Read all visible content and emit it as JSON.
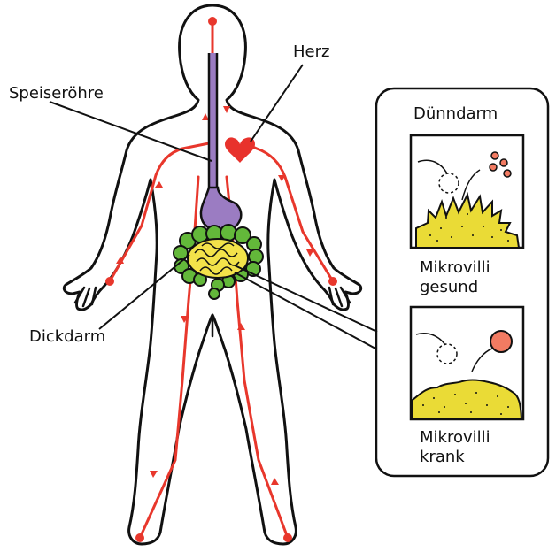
{
  "labels": {
    "herz": "Herz",
    "speiseroehre": "Speiseröhre",
    "dickdarm": "Dickdarm",
    "duenndarm": "Dünndarm",
    "mikrovilli": "Mikrovilli",
    "gesund": "gesund",
    "krank": "krank"
  },
  "colors": {
    "outline": "#111111",
    "vessel": "#e8372c",
    "heart": "#e8322c",
    "stomach": "#9b7cc2",
    "colon": "#63b83a",
    "small_intestine": "#f3e24a",
    "villi": "#eadb36",
    "particle": "#f27b62"
  },
  "icons": [
    "heart-icon",
    "stomach-icon",
    "colon-icon",
    "small-intestine-icon"
  ]
}
